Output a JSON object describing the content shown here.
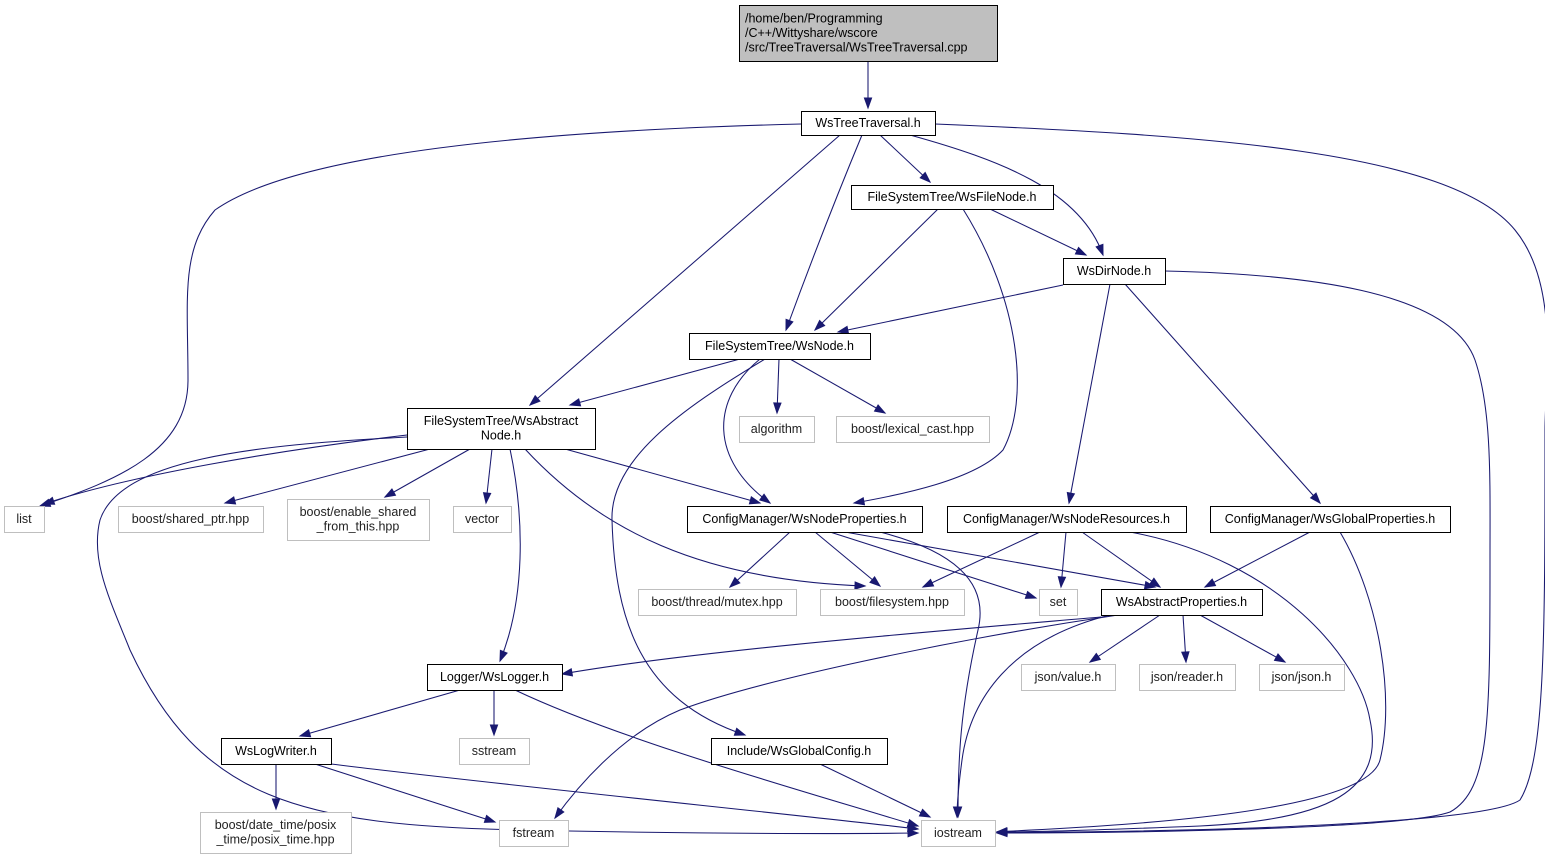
{
  "colors": {
    "edge": "#191970",
    "root_fill": "#bfbfbf",
    "local_border": "#000000",
    "system_border": "#bfbfbf"
  },
  "nodes": [
    {
      "id": "root",
      "kind": "root",
      "lines": [
        "/home/ben/Programming",
        "/C++/Wittyshare/wscore",
        "/src/TreeTraversal/WsTreeTraversal.cpp"
      ]
    },
    {
      "id": "treetraversal",
      "kind": "local",
      "lines": [
        "WsTreeTraversal.h"
      ]
    },
    {
      "id": "filenode",
      "kind": "local",
      "lines": [
        "FileSystemTree/WsFileNode.h"
      ]
    },
    {
      "id": "dirnode",
      "kind": "local",
      "lines": [
        "WsDirNode.h"
      ]
    },
    {
      "id": "node",
      "kind": "local",
      "lines": [
        "FileSystemTree/WsNode.h"
      ]
    },
    {
      "id": "abstractnode",
      "kind": "local",
      "lines": [
        "FileSystemTree/WsAbstract",
        "Node.h"
      ]
    },
    {
      "id": "algorithm",
      "kind": "system",
      "lines": [
        "algorithm"
      ]
    },
    {
      "id": "lexical_cast",
      "kind": "system",
      "lines": [
        "boost/lexical_cast.hpp"
      ]
    },
    {
      "id": "list",
      "kind": "system",
      "lines": [
        "list"
      ]
    },
    {
      "id": "shared_ptr",
      "kind": "system",
      "lines": [
        "boost/shared_ptr.hpp"
      ]
    },
    {
      "id": "enable_shared",
      "kind": "system",
      "lines": [
        "boost/enable_shared",
        "_from_this.hpp"
      ]
    },
    {
      "id": "vector",
      "kind": "system",
      "lines": [
        "vector"
      ]
    },
    {
      "id": "nodeproperties",
      "kind": "local",
      "lines": [
        "ConfigManager/WsNodeProperties.h"
      ]
    },
    {
      "id": "noderesources",
      "kind": "local",
      "lines": [
        "ConfigManager/WsNodeResources.h"
      ]
    },
    {
      "id": "globalproperties",
      "kind": "local",
      "lines": [
        "ConfigManager/WsGlobalProperties.h"
      ]
    },
    {
      "id": "mutex",
      "kind": "system",
      "lines": [
        "boost/thread/mutex.hpp"
      ]
    },
    {
      "id": "filesystem",
      "kind": "system",
      "lines": [
        "boost/filesystem.hpp"
      ]
    },
    {
      "id": "set",
      "kind": "system",
      "lines": [
        "set"
      ]
    },
    {
      "id": "abstractproperties",
      "kind": "local",
      "lines": [
        "WsAbstractProperties.h"
      ]
    },
    {
      "id": "logger",
      "kind": "local",
      "lines": [
        "Logger/WsLogger.h"
      ]
    },
    {
      "id": "json_value",
      "kind": "system",
      "lines": [
        "json/value.h"
      ]
    },
    {
      "id": "json_reader",
      "kind": "system",
      "lines": [
        "json/reader.h"
      ]
    },
    {
      "id": "json_json",
      "kind": "system",
      "lines": [
        "json/json.h"
      ]
    },
    {
      "id": "logwriter",
      "kind": "local",
      "lines": [
        "WsLogWriter.h"
      ]
    },
    {
      "id": "sstream",
      "kind": "system",
      "lines": [
        "sstream"
      ]
    },
    {
      "id": "globalconfig",
      "kind": "local",
      "lines": [
        "Include/WsGlobalConfig.h"
      ]
    },
    {
      "id": "posix_time",
      "kind": "system",
      "lines": [
        "boost/date_time/posix",
        "_time/posix_time.hpp"
      ]
    },
    {
      "id": "fstream",
      "kind": "system",
      "lines": [
        "fstream"
      ]
    },
    {
      "id": "iostream",
      "kind": "system",
      "lines": [
        "iostream"
      ]
    }
  ],
  "edges": [
    [
      "root",
      "treetraversal"
    ],
    [
      "treetraversal",
      "list"
    ],
    [
      "treetraversal",
      "abstractnode"
    ],
    [
      "treetraversal",
      "node"
    ],
    [
      "treetraversal",
      "filenode"
    ],
    [
      "treetraversal",
      "dirnode"
    ],
    [
      "treetraversal",
      "iostream"
    ],
    [
      "filenode",
      "node"
    ],
    [
      "filenode",
      "dirnode"
    ],
    [
      "filenode",
      "nodeproperties"
    ],
    [
      "dirnode",
      "node"
    ],
    [
      "dirnode",
      "noderesources"
    ],
    [
      "dirnode",
      "globalproperties"
    ],
    [
      "dirnode",
      "iostream"
    ],
    [
      "node",
      "abstractnode"
    ],
    [
      "node",
      "algorithm"
    ],
    [
      "node",
      "lexical_cast"
    ],
    [
      "node",
      "nodeproperties"
    ],
    [
      "node",
      "globalconfig"
    ],
    [
      "abstractnode",
      "list"
    ],
    [
      "abstractnode",
      "shared_ptr"
    ],
    [
      "abstractnode",
      "enable_shared"
    ],
    [
      "abstractnode",
      "vector"
    ],
    [
      "abstractnode",
      "nodeproperties"
    ],
    [
      "abstractnode",
      "filesystem"
    ],
    [
      "abstractnode",
      "logger"
    ],
    [
      "abstractnode",
      "iostream"
    ],
    [
      "nodeproperties",
      "mutex"
    ],
    [
      "nodeproperties",
      "filesystem"
    ],
    [
      "nodeproperties",
      "set"
    ],
    [
      "nodeproperties",
      "abstractproperties"
    ],
    [
      "nodeproperties",
      "iostream"
    ],
    [
      "noderesources",
      "filesystem"
    ],
    [
      "noderesources",
      "set"
    ],
    [
      "noderesources",
      "abstractproperties"
    ],
    [
      "noderesources",
      "iostream"
    ],
    [
      "globalproperties",
      "abstractproperties"
    ],
    [
      "globalproperties",
      "iostream"
    ],
    [
      "abstractproperties",
      "logger"
    ],
    [
      "abstractproperties",
      "json_value"
    ],
    [
      "abstractproperties",
      "json_reader"
    ],
    [
      "abstractproperties",
      "json_json"
    ],
    [
      "abstractproperties",
      "fstream"
    ],
    [
      "abstractproperties",
      "iostream"
    ],
    [
      "logger",
      "logwriter"
    ],
    [
      "logger",
      "sstream"
    ],
    [
      "logger",
      "iostream"
    ],
    [
      "logwriter",
      "posix_time"
    ],
    [
      "logwriter",
      "fstream"
    ],
    [
      "logwriter",
      "iostream"
    ],
    [
      "globalconfig",
      "iostream"
    ]
  ]
}
